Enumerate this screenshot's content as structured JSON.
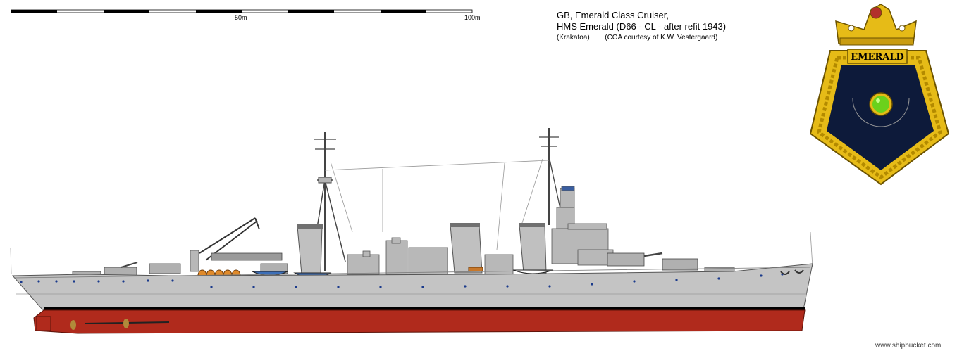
{
  "scale": {
    "label_mid": "50m",
    "label_end": "100m"
  },
  "title": {
    "line1": "GB, Emerald Class Cruiser,",
    "line2": "HMS Emerald (D66 - CL - after refit 1943)",
    "author": "(Krakatoa)",
    "coa_credit": "(COA courtesy of K.W. Vestergaard)"
  },
  "badge": {
    "name": "EMERALD"
  },
  "credit": "www.shipbucket.com",
  "colors": {
    "hull_grey": "#c4c4c4",
    "superstructure_grey": "#b4b4b4",
    "hull_red": "#b02a1c",
    "boot_black": "#000000",
    "porthole_blue": "#1a3a8c",
    "badge_navy": "#0d1a3a",
    "badge_gold": "#e6bb17",
    "gem_green": "#6bd11c"
  }
}
